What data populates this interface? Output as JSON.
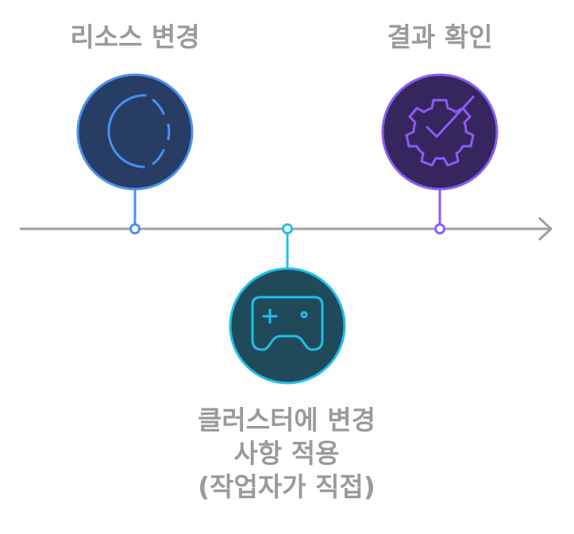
{
  "steps": [
    {
      "label": "리소스 변경",
      "icon": "circle-dashed-icon",
      "color": "#4a90f0"
    },
    {
      "label_lines": [
        "클러스터에 변경",
        "사항 적용",
        "(작업자가 직접)"
      ],
      "icon": "gamepad-icon",
      "color": "#1ec0e8"
    },
    {
      "label": "결과 확인",
      "icon": "gear-check-icon",
      "color": "#8b5cf6"
    }
  ],
  "colors": {
    "axis": "#a0a0a0",
    "text": "#9a9a9a"
  }
}
